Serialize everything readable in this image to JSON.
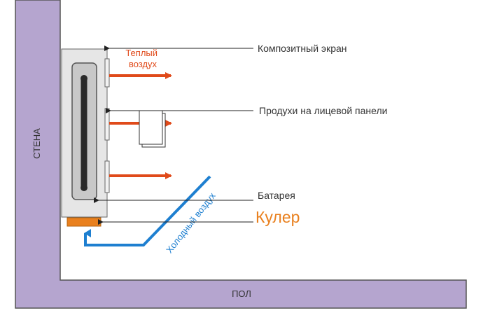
{
  "labels": {
    "wall": "СТЕНА",
    "floor": "ПОЛ",
    "warm_air": [
      "Теплый",
      "воздух"
    ],
    "cold_air": "Холодный воздух",
    "screen": "Композитный экран",
    "vents": "Продухи на лицевой панели",
    "battery": "Батарея",
    "cooler": "Кулер"
  },
  "colors": {
    "wall_fill": "#b5a5cf",
    "outline": "#555555",
    "screen_fill": "#e6e6e6",
    "radiator_fill": "#c8c8c8",
    "heater_bar": "#2a2a2a",
    "warm": "#e04a1a",
    "cold": "#1e7fd0",
    "cooler": "#e9801e",
    "cooler_text": "#e9801e",
    "warm_text": "#e04a1a",
    "label_text": "#333333"
  }
}
